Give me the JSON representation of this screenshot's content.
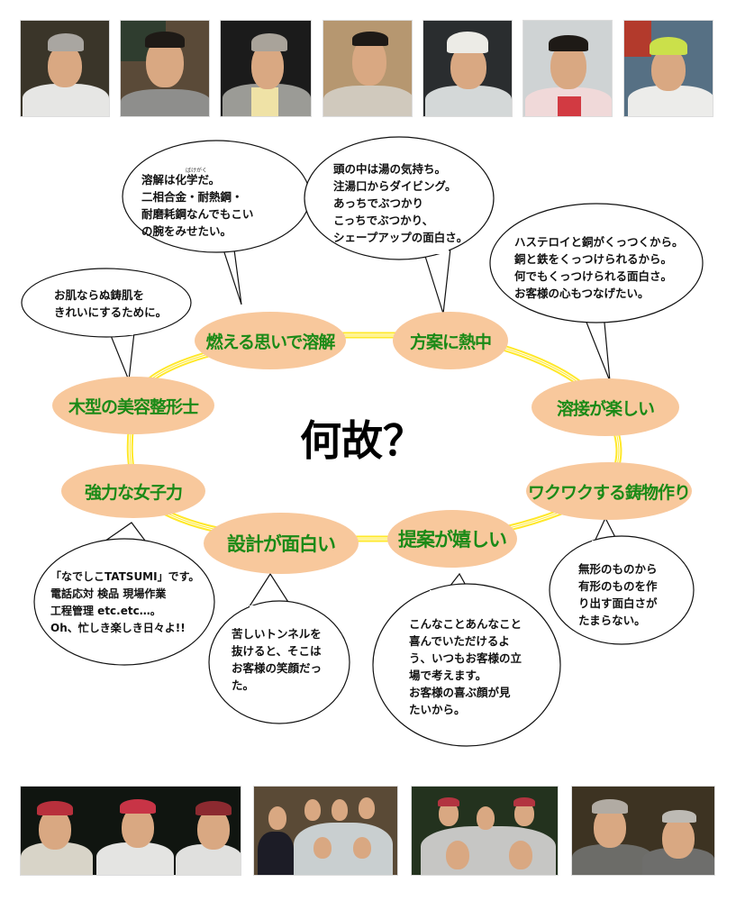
{
  "center_title": "何故？",
  "colors": {
    "pill_fill": "#f8c89c",
    "pill_text": "#1b8a17",
    "ring": "#ffe82a",
    "bubble_stroke": "#111111"
  },
  "top_photos": [
    {
      "label": "staff-photo-1",
      "desc": "man in grey cap and white work jacket"
    },
    {
      "label": "staff-photo-2",
      "desc": "man in grey sweater"
    },
    {
      "label": "staff-photo-3",
      "desc": "man in grey cap and checked shirt"
    },
    {
      "label": "staff-photo-4",
      "desc": "man with glasses"
    },
    {
      "label": "staff-photo-5",
      "desc": "man with towel on head and glasses"
    },
    {
      "label": "staff-photo-6",
      "desc": "young man in pink jacket"
    },
    {
      "label": "staff-photo-7",
      "desc": "man with colorful headband and glasses"
    }
  ],
  "bottom_photos": [
    {
      "label": "group-photo-1",
      "desc": "three men in red caps"
    },
    {
      "label": "group-photo-2",
      "desc": "group of women making peace signs"
    },
    {
      "label": "group-photo-3",
      "desc": "group of young men in work jackets"
    },
    {
      "label": "group-photo-4",
      "desc": "two men in caps laughing"
    }
  ],
  "pills": [
    {
      "label": "燃える思いで溶解"
    },
    {
      "label": "方案に熱中"
    },
    {
      "label": "木型の美容整形士"
    },
    {
      "label": "溶接が楽しい"
    },
    {
      "label": "強力な女子力"
    },
    {
      "label": "ワクワクする鋳物作り"
    },
    {
      "label": "設計が面白い"
    },
    {
      "label": "提案が嬉しい"
    }
  ],
  "bubbles": [
    {
      "ruby": "ばけがく",
      "text": "溶解は化学だ。\n二相合金・耐熱鋼・\n耐磨耗鋼なんでもこい\nの腕をみせたい。"
    },
    {
      "text": "頭の中は湯の気持ち。\n注湯口からダイビング。\nあっちでぶつかり\nこっちでぶつかり、\nシェープアップの面白さ。"
    },
    {
      "text": "ハステロイと銅がくっつくから。\n銅と鉄をくっつけられるから。\n何でもくっつけられる面白さ。\nお客様の心もつなげたい。"
    },
    {
      "text": "お肌ならぬ鋳肌を\nきれいにするために。"
    },
    {
      "text": "「なでしこTATSUMI」です。\n電話応対 検品 現場作業\n工程管理 etc.etc…。\nOh、忙しき楽しき日々よ!!"
    },
    {
      "text": "苦しいトンネルを\n抜けると、そこは\nお客様の笑顔だっ\nた。"
    },
    {
      "text": "こんなことあんなこと\n喜んでいただけるよ\nう、いつもお客様の立\n場で考えます。\nお客様の喜ぶ顔が見\nたいから。"
    },
    {
      "text": "無形のものから\n有形のものを作\nり出す面白さが\nたまらない。"
    }
  ]
}
